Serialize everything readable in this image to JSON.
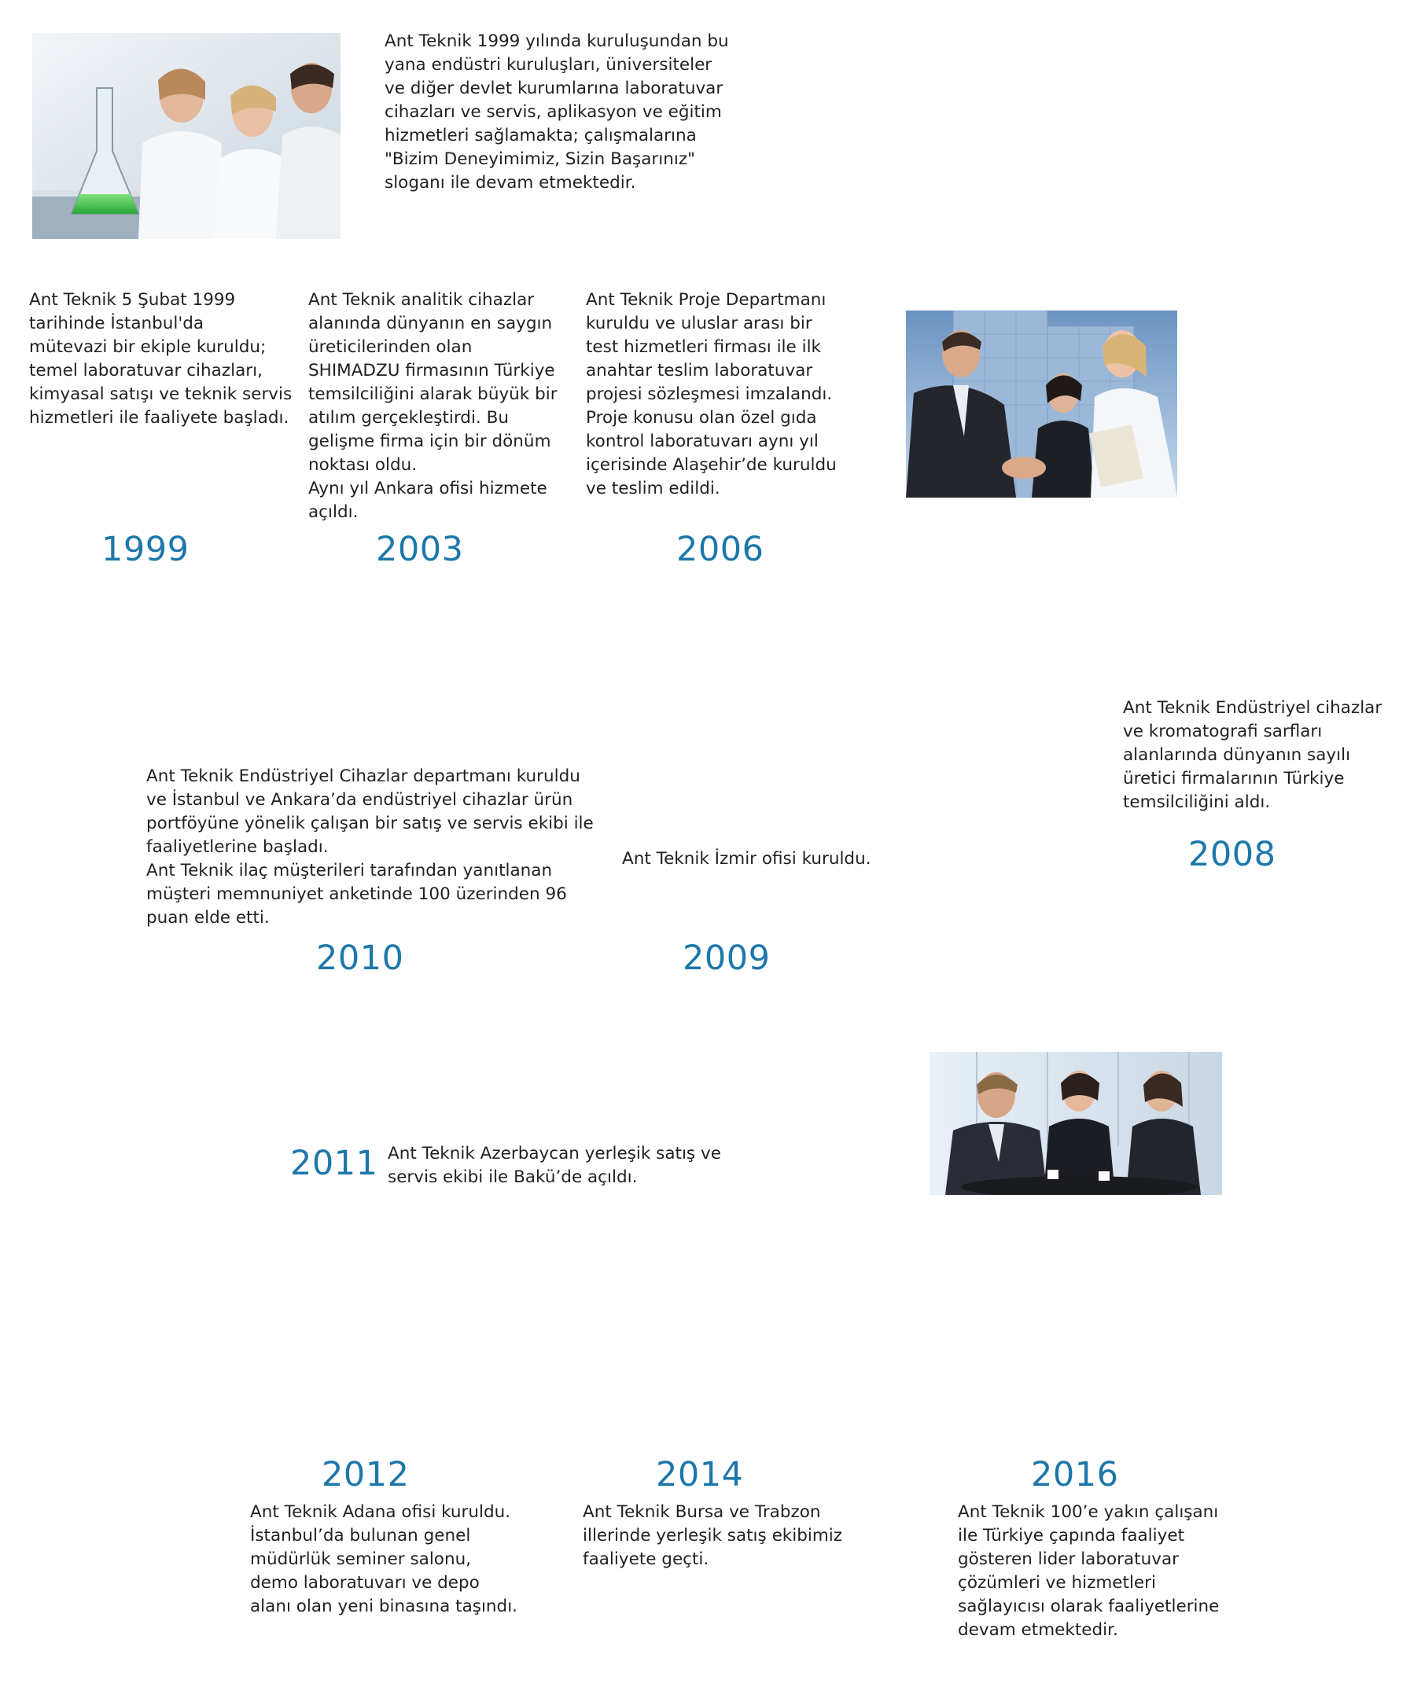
{
  "intro": {
    "text": "Ant Teknik 1999 yılında kuruluşundan bu\nyana endüstri kuruluşları, üniversiteler\nve diğer devlet kurumlarına laboratuvar\ncihazları ve servis, aplikasyon ve eğitim\nhizmetleri sağlamakta; çalışmalarına\n\"Bizim Deneyimimiz, Sizin Başarınız\"\nsloganı ile devam etmektedir."
  },
  "images": {
    "lab": "laboratory-scientists-photo",
    "handshake": "business-handshake-photo",
    "meeting": "business-meeting-photo"
  },
  "events": {
    "y1999": {
      "year": "1999",
      "text": "Ant Teknik 5 Şubat 1999\ntarihinde İstanbul'da\nmütevazi bir ekiple kuruldu;\ntemel laboratuvar cihazları,\nkimyasal satışı ve teknik servis\nhizmetleri ile faaliyete başladı."
    },
    "y2003": {
      "year": "2003",
      "text": "Ant Teknik analitik cihazlar\nalanında dünyanın en saygın\nüreticilerinden olan\nSHIMADZU firmasının Türkiye\ntemsilciliğini alarak büyük bir\natılım gerçekleştirdi. Bu\ngelişme firma için bir dönüm\nnoktası oldu.\nAynı yıl Ankara ofisi hizmete\naçıldı."
    },
    "y2006": {
      "year": "2006",
      "text": "Ant Teknik Proje Departmanı\nkuruldu ve uluslar arası bir\ntest hizmetleri firması ile ilk\nanahtar teslim laboratuvar\nprojesi sözleşmesi imzalandı.\nProje konusu olan özel gıda\nkontrol laboratuvarı aynı yıl\niçerisinde Alaşehir’de kuruldu\nve teslim edildi."
    },
    "y2008": {
      "year": "2008",
      "text": "Ant Teknik Endüstriyel cihazlar\nve kromatografi sarfları\nalanlarında dünyanın sayılı\nüretici firmalarının Türkiye\ntemsilciliğini aldı."
    },
    "y2009": {
      "year": "2009",
      "text": "Ant Teknik İzmir ofisi kuruldu."
    },
    "y2010": {
      "year": "2010",
      "text": "Ant Teknik Endüstriyel Cihazlar departmanı kuruldu\nve İstanbul ve Ankara’da endüstriyel cihazlar ürün\nportföyüne yönelik çalışan bir satış ve servis ekibi ile\nfaaliyetlerine başladı.\nAnt Teknik ilaç müşterileri tarafından yanıtlanan\nmüşteri memnuniyet anketinde 100 üzerinden 96\npuan elde etti."
    },
    "y2011": {
      "year": "2011",
      "text": "Ant Teknik Azerbaycan yerleşik satış ve\nservis ekibi ile Bakü’de açıldı."
    },
    "y2012": {
      "year": "2012",
      "text": "Ant Teknik Adana ofisi kuruldu.\nİstanbul’da bulunan genel\nmüdürlük seminer salonu,\ndemo laboratuvarı ve depo\nalanı olan yeni binasına taşındı."
    },
    "y2014": {
      "year": "2014",
      "text": "Ant Teknik Bursa ve Trabzon\nillerinde yerleşik satış ekibimiz\nfaaliyete geçti."
    },
    "y2016": {
      "year": "2016",
      "text": "Ant Teknik 100’e yakın çalışanı\nile Türkiye çapında faaliyet\ngösteren lider laboratuvar\nçözümleri ve hizmetleri\nsağlayıcısı olarak faaliyetlerine\ndevam etmektedir."
    }
  }
}
